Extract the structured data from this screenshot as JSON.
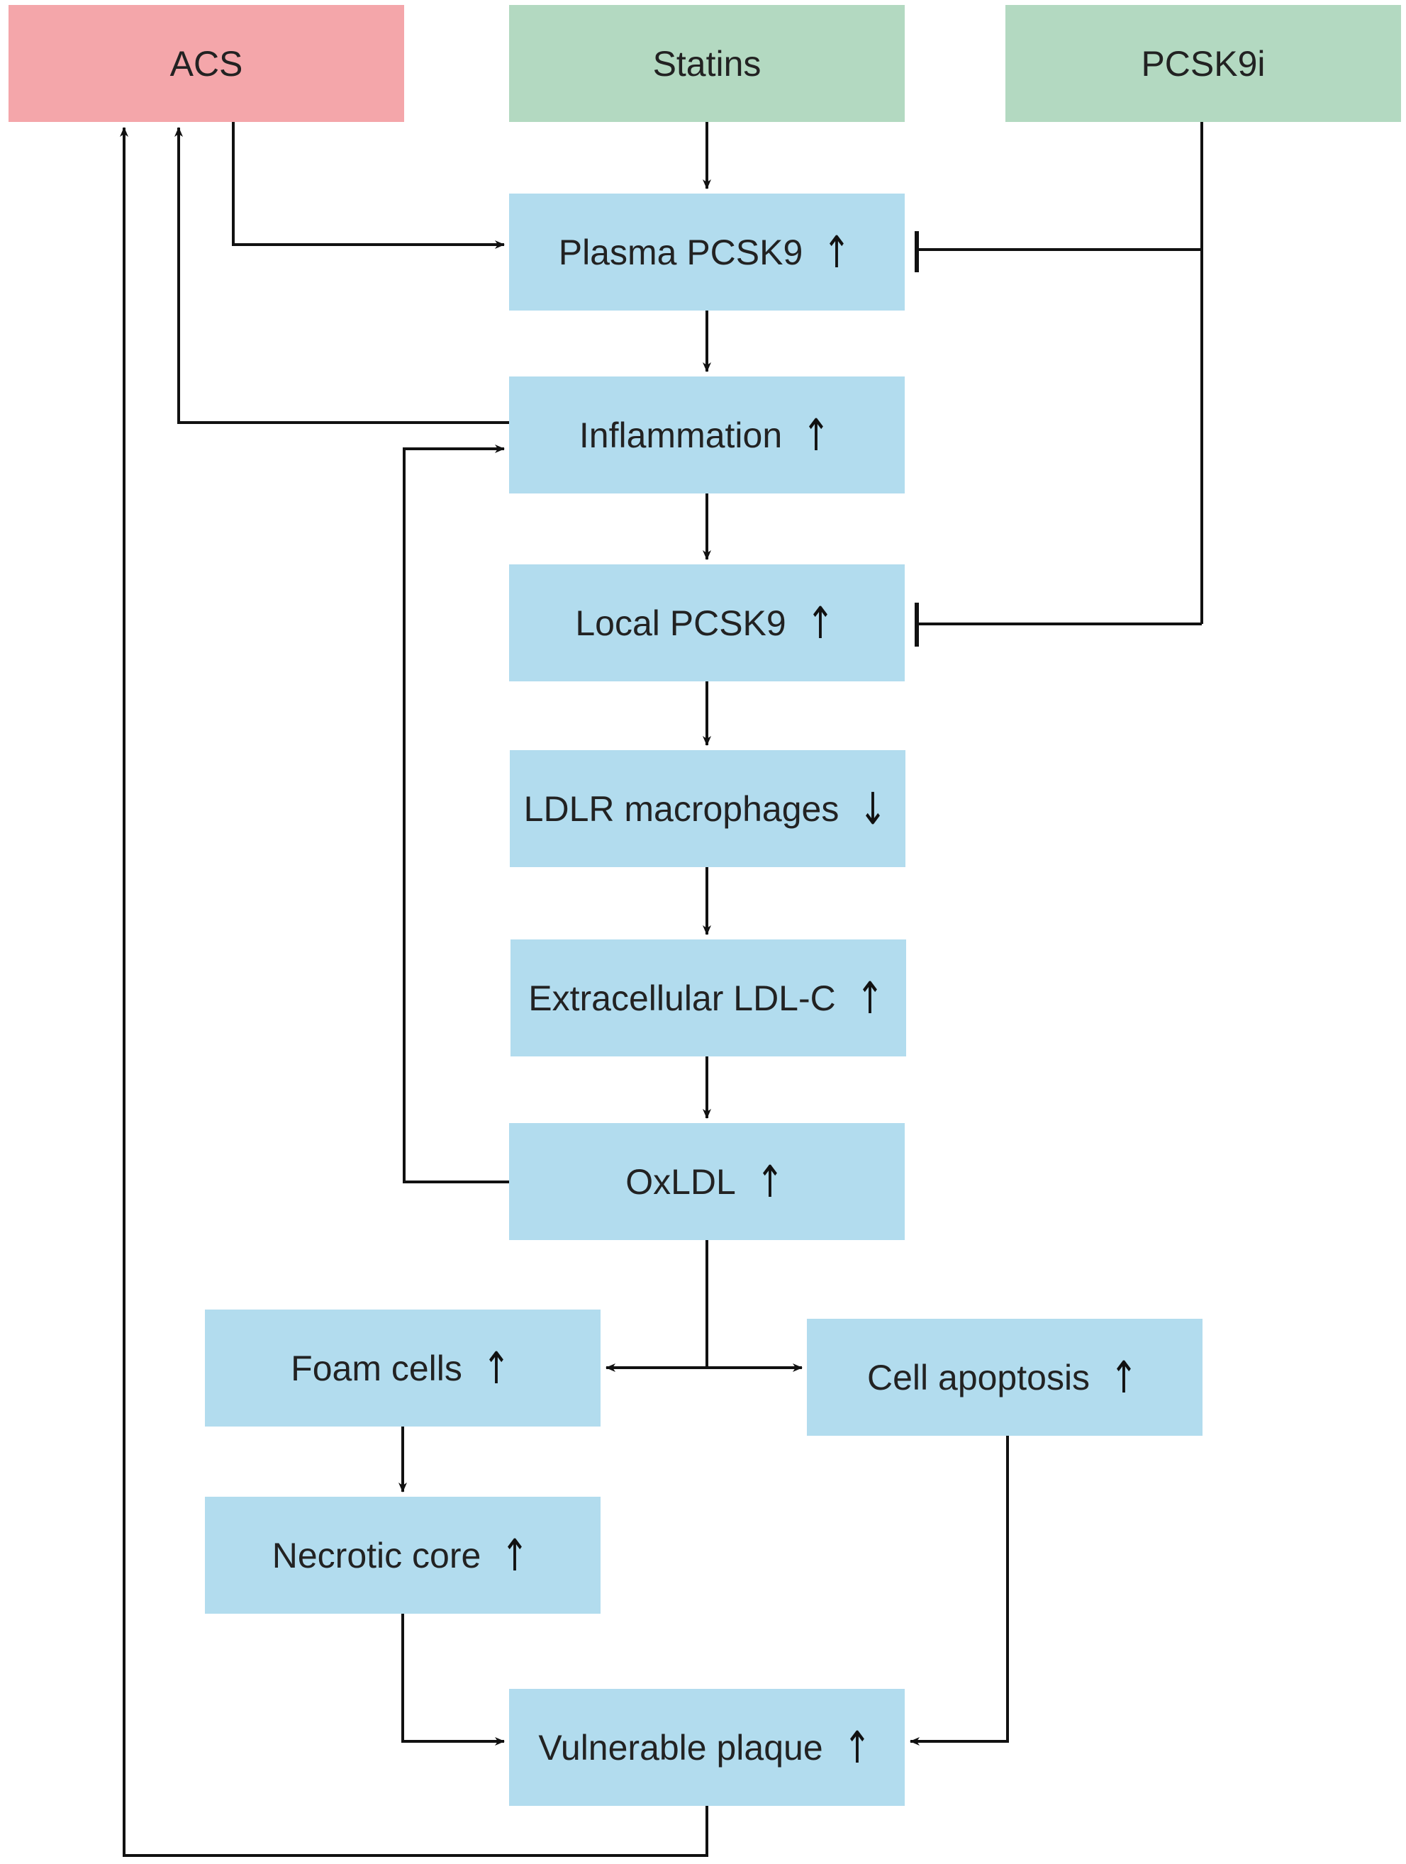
{
  "colors": {
    "outcome_fill": "#f4a6aa",
    "drug_fill": "#b3d9c1",
    "process_fill": "#b2dcee",
    "line": "#111111"
  },
  "nodes": {
    "acs": {
      "label": "ACS"
    },
    "statins": {
      "label": "Statins"
    },
    "pcsk9i": {
      "label": "PCSK9i"
    },
    "plasma_pcsk9": {
      "label": "Plasma PCSK9",
      "trend": "↑"
    },
    "inflammation": {
      "label": "Inflammation",
      "trend": "↑"
    },
    "local_pcsk9": {
      "label": "Local PCSK9",
      "trend": "↑"
    },
    "ldlr_macrophages": {
      "label": "LDLR macrophages",
      "trend": "↓"
    },
    "extracellular_ldlc": {
      "label": "Extracellular LDL-C",
      "trend": "↑"
    },
    "oxldl": {
      "label": "OxLDL",
      "trend": "↑"
    },
    "foam_cells": {
      "label": "Foam cells",
      "trend": "↑"
    },
    "cell_apoptosis": {
      "label": "Cell apoptosis",
      "trend": "↑"
    },
    "necrotic_core": {
      "label": "Necrotic core",
      "trend": "↑"
    },
    "vulnerable_plaque": {
      "label": "Vulnerable plaque",
      "trend": "↑"
    }
  },
  "edges": [
    {
      "from": "statins",
      "to": "plasma_pcsk9",
      "type": "activates"
    },
    {
      "from": "acs",
      "to": "plasma_pcsk9",
      "type": "activates"
    },
    {
      "from": "pcsk9i",
      "to": "plasma_pcsk9",
      "type": "inhibits"
    },
    {
      "from": "pcsk9i",
      "to": "local_pcsk9",
      "type": "inhibits"
    },
    {
      "from": "plasma_pcsk9",
      "to": "inflammation",
      "type": "activates"
    },
    {
      "from": "inflammation",
      "to": "acs",
      "type": "activates"
    },
    {
      "from": "inflammation",
      "to": "local_pcsk9",
      "type": "activates"
    },
    {
      "from": "local_pcsk9",
      "to": "ldlr_macrophages",
      "type": "activates"
    },
    {
      "from": "ldlr_macrophages",
      "to": "extracellular_ldlc",
      "type": "activates"
    },
    {
      "from": "extracellular_ldlc",
      "to": "oxldl",
      "type": "activates"
    },
    {
      "from": "oxldl",
      "to": "inflammation",
      "type": "activates"
    },
    {
      "from": "oxldl",
      "to": "foam_cells",
      "type": "activates"
    },
    {
      "from": "oxldl",
      "to": "cell_apoptosis",
      "type": "activates"
    },
    {
      "from": "foam_cells",
      "to": "necrotic_core",
      "type": "activates"
    },
    {
      "from": "necrotic_core",
      "to": "vulnerable_plaque",
      "type": "activates"
    },
    {
      "from": "cell_apoptosis",
      "to": "vulnerable_plaque",
      "type": "activates"
    },
    {
      "from": "vulnerable_plaque",
      "to": "acs",
      "type": "activates"
    }
  ]
}
